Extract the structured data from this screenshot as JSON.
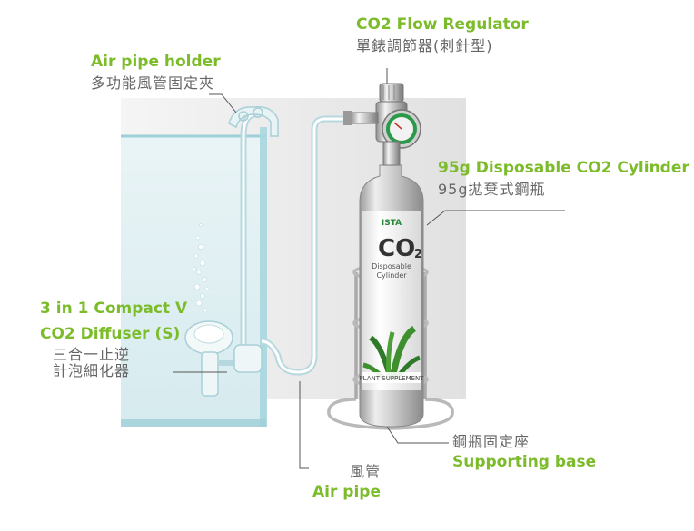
{
  "labels": {
    "regulator": {
      "en": "CO2 Flow Regulator",
      "zh": "單錶調節器(刺針型)"
    },
    "holder": {
      "en": "Air pipe holder",
      "zh": "多功能風管固定夾"
    },
    "cylinder": {
      "en": "95g Disposable CO2 Cylinder",
      "zh": "95g拋棄式鋼瓶"
    },
    "diffuser": {
      "en_line1": "3 in 1 Compact V",
      "en_line2": "CO2 Diffuser (S)",
      "zh_line1": "三合一止逆",
      "zh_line2": "計泡細化器"
    },
    "base": {
      "zh": "鋼瓶固定座",
      "en": "Supporting base"
    },
    "pipe": {
      "zh": "風管",
      "en": "Air pipe"
    }
  },
  "product_label": {
    "brand": "ISTA",
    "co2": "CO",
    "co2_sub": "2",
    "line1": "Disposable",
    "line2": "Cylinder",
    "supplement": "PLANT SUPPLEMENT"
  },
  "colors": {
    "label_green": "#7cbc2a",
    "label_gray": "#666666",
    "leader_line": "#555555",
    "tank_glass": "#9fcfd8",
    "wall": "#e6e6e6",
    "gauge_green": "#2a9a4a"
  }
}
